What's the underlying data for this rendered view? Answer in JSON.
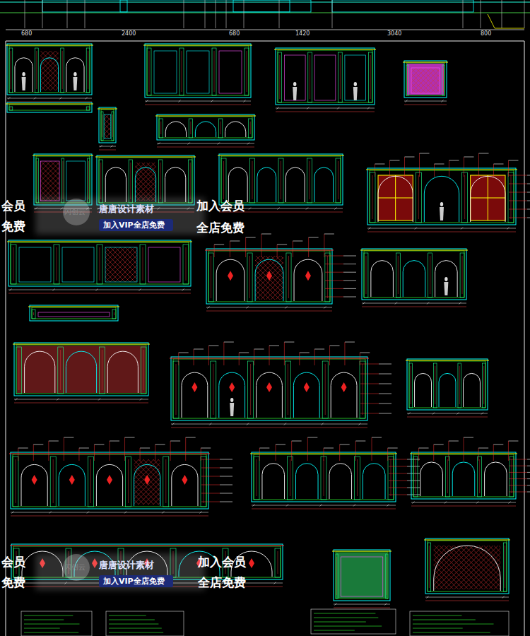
{
  "diagram": {
    "nodes": [
      {
        "text": [
          "加入VIP全店免费"
        ]
      },
      {
        "text": [
          "加入VIP全店免费"
        ]
      }
    ],
    "labels": [
      "680",
      "2400",
      "680",
      "1420",
      "3040",
      "800",
      "会员",
      "免费",
      "唐唐设计素材",
      "闪创云",
      "加入会员",
      "全店免费",
      "会员",
      "免费",
      "唐唐设计素材",
      "闪创云",
      "加入会员",
      "全店免费"
    ]
  }
}
